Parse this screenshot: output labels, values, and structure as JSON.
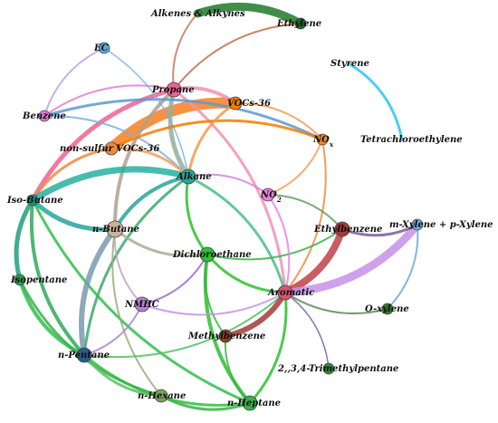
{
  "nodes": [
    {
      "id": "alkenes_alkynes",
      "label": "Alkenes & Alkynes",
      "color": "#2e7d32"
    },
    {
      "id": "ethylene",
      "label": "Ethylene",
      "color": "#1b6b2a"
    },
    {
      "id": "ec",
      "label": "EC",
      "color": "#5aa9e6"
    },
    {
      "id": "styrene",
      "label": "Styrene",
      "color": "#29b6f6"
    },
    {
      "id": "propane",
      "label": "Propane",
      "color": "#f06292"
    },
    {
      "id": "vocs36",
      "label": "VOCs-36",
      "color": "#f57c00"
    },
    {
      "id": "benzene",
      "label": "Benzene",
      "color": "#e07bd0"
    },
    {
      "id": "no",
      "label": "NO",
      "color": "#ef8a2e"
    },
    {
      "id": "tetrachloroethylene",
      "label": "Tetrachloroethylene",
      "color": "#4fc3f7"
    },
    {
      "id": "nonsulfur_vocs36",
      "label": "non-sulfur VOCs-36",
      "color": "#f08a3c"
    },
    {
      "id": "alkane",
      "label": "Alkane",
      "color": "#26a69a"
    },
    {
      "id": "no2",
      "label": "NO",
      "color": "#e880e8"
    },
    {
      "id": "iso_butane",
      "label": "Iso-Butane",
      "color": "#1e8f7e"
    },
    {
      "id": "n_butane",
      "label": "n-Butane",
      "color": "#c8b39a"
    },
    {
      "id": "ethylbenzene",
      "label": "Ethylbenzene",
      "color": "#a33a3a"
    },
    {
      "id": "mp_xylene",
      "label": "m-Xylene + p-Xylene",
      "color": "#6fa8dc"
    },
    {
      "id": "dichloroethane",
      "label": "Dichloroethane",
      "color": "#2ebf2e"
    },
    {
      "id": "isopentane",
      "label": "Isopentane",
      "color": "#2e9e4f"
    },
    {
      "id": "aromatic",
      "label": "Aromatic",
      "color": "#d9536f"
    },
    {
      "id": "o_xylene",
      "label": "O-xylene",
      "color": "#2e7d32"
    },
    {
      "id": "nmhc",
      "label": "NMHC",
      "color": "#b080d0"
    },
    {
      "id": "methylbenzene",
      "label": "Methylbenzene",
      "color": "#8a3a2a"
    },
    {
      "id": "n_pentane",
      "label": "n-Pentane",
      "color": "#2a5a8a"
    },
    {
      "id": "trimethylpentane",
      "label": "2,,3,4-Trimethylpentane",
      "color": "#2e8b3a"
    },
    {
      "id": "n_hexane",
      "label": "n-Hexane",
      "color": "#7aa05a"
    },
    {
      "id": "n_heptane",
      "label": "n-Heptane",
      "color": "#3ab04a"
    }
  ],
  "edges": [
    {
      "source": "alkenes_alkynes",
      "target": "ethylene",
      "color": "#1e7a2a",
      "weight": 9
    },
    {
      "source": "alkenes_alkynes",
      "target": "propane",
      "color": "#c07a5a",
      "weight": 2
    },
    {
      "source": "styrene",
      "target": "tetrachloroethylene",
      "color": "#29c6f6",
      "weight": 3
    },
    {
      "source": "vocs36",
      "target": "nonsulfur_vocs36",
      "color": "#f77f1e",
      "weight": 12
    },
    {
      "source": "propane",
      "target": "vocs36",
      "color": "#f48fb1",
      "weight": 4
    },
    {
      "source": "propane",
      "target": "iso_butane",
      "color": "#f06292",
      "weight": 5
    },
    {
      "source": "propane",
      "target": "alkane",
      "color": "#8fb0a0",
      "weight": 5
    },
    {
      "source": "propane",
      "target": "n_butane",
      "color": "#b0a090",
      "weight": 4
    },
    {
      "source": "propane",
      "target": "aromatic",
      "color": "#f48fb1",
      "weight": 3
    },
    {
      "source": "benzene",
      "target": "propane",
      "color": "#e07bd0",
      "weight": 2
    },
    {
      "source": "benzene",
      "target": "no",
      "color": "#5a9ad0",
      "weight": 3
    },
    {
      "source": "benzene",
      "target": "alkane",
      "color": "#7ab0e0",
      "weight": 2
    },
    {
      "source": "ec",
      "target": "benzene",
      "color": "#c0a0e0",
      "weight": 2
    },
    {
      "source": "ec",
      "target": "alkane",
      "color": "#7ab0e0",
      "weight": 1.5
    },
    {
      "source": "nonsulfur_vocs36",
      "target": "no",
      "color": "#f57c00",
      "weight": 3
    },
    {
      "source": "nonsulfur_vocs36",
      "target": "iso_butane",
      "color": "#f08a3c",
      "weight": 3
    },
    {
      "source": "nonsulfur_vocs36",
      "target": "alkane",
      "color": "#f0a060",
      "weight": 3
    },
    {
      "source": "vocs36",
      "target": "alkane",
      "color": "#f79a4e",
      "weight": 3
    },
    {
      "source": "vocs36",
      "target": "no",
      "color": "#f79a4e",
      "weight": 2
    },
    {
      "source": "alkane",
      "target": "iso_butane",
      "color": "#26b0a0",
      "weight": 7
    },
    {
      "source": "alkane",
      "target": "n_butane",
      "color": "#26a69a",
      "weight": 4
    },
    {
      "source": "alkane",
      "target": "n_pentane",
      "color": "#3aaa6a",
      "weight": 3
    },
    {
      "source": "alkane",
      "target": "dichloroethane",
      "color": "#2ebf2e",
      "weight": 3
    },
    {
      "source": "alkane",
      "target": "aromatic",
      "color": "#4ac08a",
      "weight": 3
    },
    {
      "source": "alkane",
      "target": "no2",
      "color": "#d080e0",
      "weight": 2
    },
    {
      "source": "no",
      "target": "no2",
      "color": "#f0a060",
      "weight": 2
    },
    {
      "source": "no",
      "target": "aromatic",
      "color": "#f08a3c",
      "weight": 2
    },
    {
      "source": "iso_butane",
      "target": "n_butane",
      "color": "#26a69a",
      "weight": 5
    },
    {
      "source": "iso_butane",
      "target": "isopentane",
      "color": "#1e9e7e",
      "weight": 5
    },
    {
      "source": "iso_butane",
      "target": "n_pentane",
      "color": "#2eaa5a",
      "weight": 4
    },
    {
      "source": "iso_butane",
      "target": "n_heptane",
      "color": "#2ebf4e",
      "weight": 3
    },
    {
      "source": "n_butane",
      "target": "n_pentane",
      "color": "#7a9ab0",
      "weight": 6
    },
    {
      "source": "n_butane",
      "target": "dichloroethane",
      "color": "#a0b090",
      "weight": 3
    },
    {
      "source": "n_butane",
      "target": "nmhc",
      "color": "#c0a0d0",
      "weight": 2
    },
    {
      "source": "n_butane",
      "target": "n_hexane",
      "color": "#9aaa7a",
      "weight": 2
    },
    {
      "source": "isopentane",
      "target": "n_pentane",
      "color": "#2ebf4e",
      "weight": 4
    },
    {
      "source": "isopentane",
      "target": "n_hexane",
      "color": "#3ab04a",
      "weight": 3
    },
    {
      "source": "n_pentane",
      "target": "n_hexane",
      "color": "#5ac06a",
      "weight": 3
    },
    {
      "source": "n_pentane",
      "target": "n_heptane",
      "color": "#2ebf3e",
      "weight": 3
    },
    {
      "source": "n_pentane",
      "target": "aromatic",
      "color": "#50c060",
      "weight": 2
    },
    {
      "source": "n_hexane",
      "target": "n_heptane",
      "color": "#3ab04a",
      "weight": 3
    },
    {
      "source": "n_heptane",
      "target": "aromatic",
      "color": "#2ebf2e",
      "weight": 3
    },
    {
      "source": "n_heptane",
      "target": "dichloroethane",
      "color": "#2ebf2e",
      "weight": 4
    },
    {
      "source": "dichloroethane",
      "target": "aromatic",
      "color": "#2ebf2e",
      "weight": 3
    },
    {
      "source": "dichloroethane",
      "target": "nmhc",
      "color": "#9a6ad0",
      "weight": 2
    },
    {
      "source": "dichloroethane",
      "target": "methylbenzene",
      "color": "#3ab04a",
      "weight": 2
    },
    {
      "source": "dichloroethane",
      "target": "ethylbenzene",
      "color": "#3ab04a",
      "weight": 2
    },
    {
      "source": "aromatic",
      "target": "ethylbenzene",
      "color": "#c0404a",
      "weight": 8
    },
    {
      "source": "aromatic",
      "target": "mp_xylene",
      "color": "#c890e8",
      "weight": 9
    },
    {
      "source": "aromatic",
      "target": "methylbenzene",
      "color": "#a33a3a",
      "weight": 6
    },
    {
      "source": "aromatic",
      "target": "o_xylene",
      "color": "#5a8a5a",
      "weight": 2
    },
    {
      "source": "aromatic",
      "target": "nmhc",
      "color": "#c890e8",
      "weight": 2
    },
    {
      "source": "aromatic",
      "target": "trimethylpentane",
      "color": "#7a5aa0",
      "weight": 1.5
    },
    {
      "source": "ethylbenzene",
      "target": "mp_xylene",
      "color": "#7a5a9a",
      "weight": 3
    },
    {
      "source": "mp_xylene",
      "target": "o_xylene",
      "color": "#6fa8dc",
      "weight": 2
    },
    {
      "source": "methylbenzene",
      "target": "n_heptane",
      "color": "#3ab04a",
      "weight": 2
    },
    {
      "source": "nmhc",
      "target": "n_pentane",
      "color": "#b080d0",
      "weight": 2
    },
    {
      "source": "no2",
      "target": "aromatic",
      "color": "#e880e8",
      "weight": 2
    },
    {
      "source": "ethylene",
      "target": "propane",
      "color": "#c0704a",
      "weight": 2
    },
    {
      "source": "no2",
      "target": "ethylbenzene",
      "color": "#60a060",
      "weight": 2
    }
  ],
  "subscripts": {
    "no": "x",
    "no2": "2"
  }
}
